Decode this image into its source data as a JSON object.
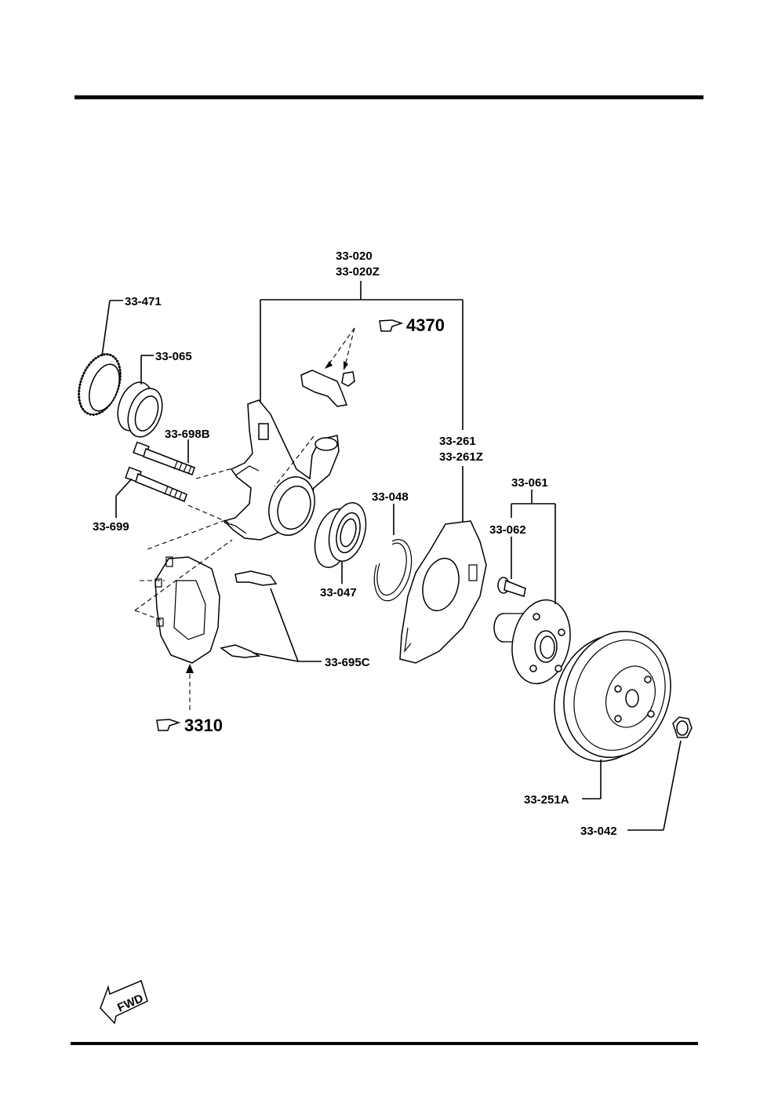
{
  "parts": {
    "p33_020": "33-020",
    "p33_020z": "33-020Z",
    "p33_471": "33-471",
    "p33_065": "33-065",
    "p33_698b": "33-698B",
    "p33_699": "33-699",
    "p33_261": "33-261",
    "p33_261z": "33-261Z",
    "p33_048": "33-048",
    "p33_047": "33-047",
    "p33_061": "33-061",
    "p33_062": "33-062",
    "p33_695c": "33-695C",
    "p33_251a": "33-251A",
    "p33_042": "33-042"
  },
  "references": {
    "ref_4370": "4370",
    "ref_3310": "3310"
  },
  "fwd_label": "FWD"
}
